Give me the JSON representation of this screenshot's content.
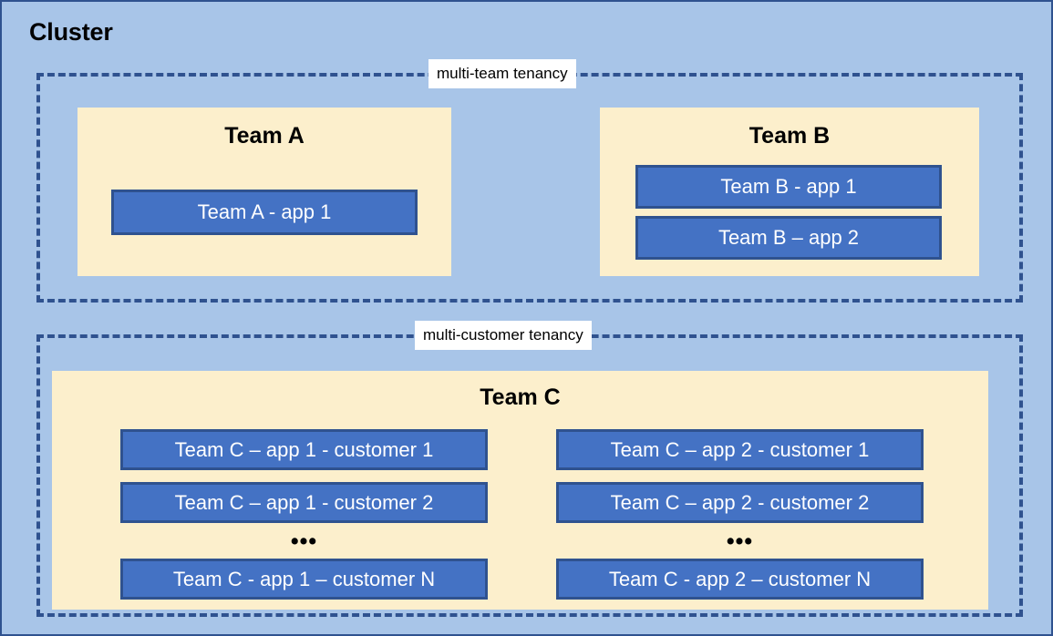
{
  "diagram": {
    "title": "Cluster",
    "background_color": "#a8c5e8",
    "border_color": "#2f528f",
    "team_box_color": "#fcefcc",
    "app_box_color": "#4472c4",
    "app_box_border_color": "#2f528f"
  },
  "regions": [
    {
      "id": "multi-team",
      "label": "multi-team tenancy"
    },
    {
      "id": "multi-customer",
      "label": "multi-customer tenancy"
    }
  ],
  "teams": {
    "team_a": {
      "title": "Team A",
      "apps": [
        {
          "label": "Team A - app 1"
        }
      ]
    },
    "team_b": {
      "title": "Team B",
      "apps": [
        {
          "label": "Team B - app 1"
        },
        {
          "label": "Team B – app 2"
        }
      ]
    },
    "team_c": {
      "title": "Team C",
      "ellipsis": "•••",
      "app1_column": [
        {
          "label": "Team C – app 1 - customer 1"
        },
        {
          "label": "Team C – app 1 - customer 2"
        },
        {
          "label": "Team C - app 1 – customer N"
        }
      ],
      "app2_column": [
        {
          "label": "Team C – app 2 - customer 1"
        },
        {
          "label": "Team C – app 2 - customer 2"
        },
        {
          "label": "Team C - app 2 – customer N"
        }
      ]
    }
  }
}
